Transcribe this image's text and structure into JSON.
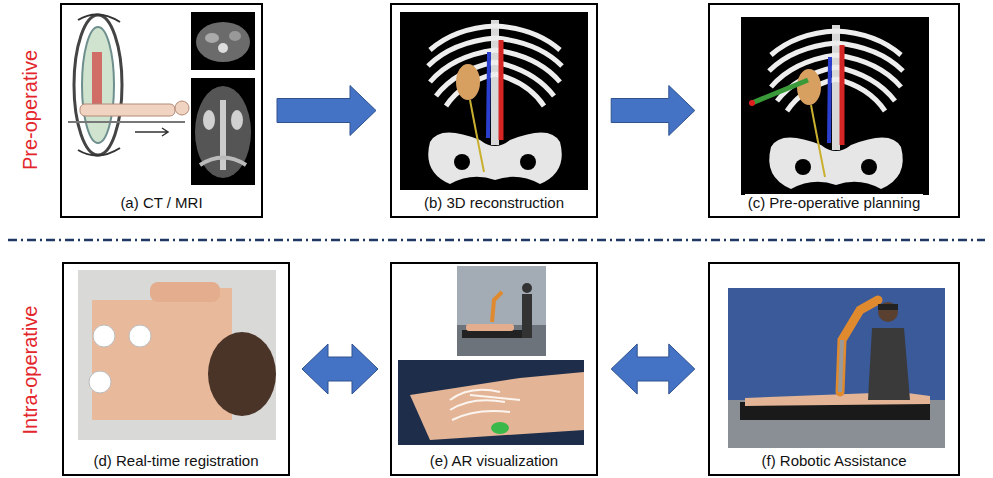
{
  "diagram": {
    "nodes": [
      {
        "text": [
          "(a) CT / MRI"
        ]
      },
      {
        "text": [
          "(b) 3D reconstruction"
        ]
      },
      {
        "text": [
          "(c) Pre-operative planning"
        ]
      },
      {
        "text": [
          "(d) Real-time registration"
        ]
      },
      {
        "text": [
          "(e) AR visualization"
        ]
      },
      {
        "text": [
          "(f) Robotic Assistance"
        ]
      }
    ],
    "edges": [
      {
        "from": 0,
        "to": 1,
        "arrow": "to"
      },
      {
        "from": 1,
        "to": 2,
        "arrow": "to"
      },
      {
        "from": 3,
        "to": 4,
        "arrow": "both"
      },
      {
        "from": 4,
        "to": 5,
        "arrow": "both"
      }
    ],
    "labels": [
      "Pre-operative",
      "Intra-operative"
    ]
  }
}
